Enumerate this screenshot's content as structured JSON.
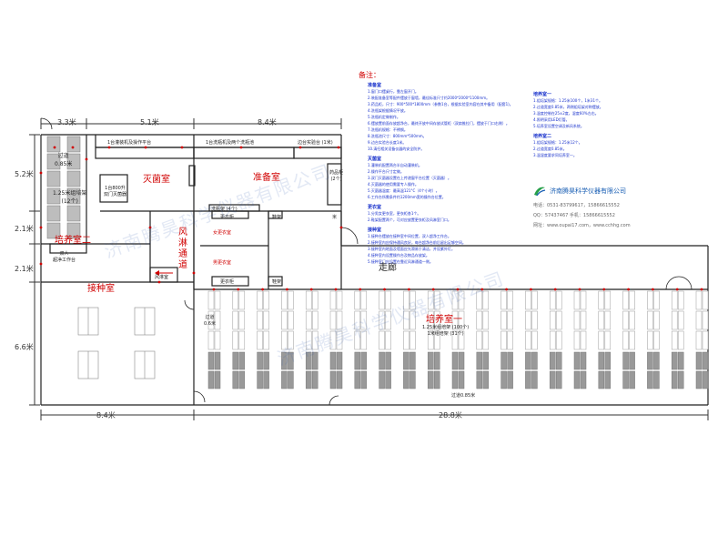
{
  "dimensions": {
    "top": [
      "3.3米",
      "5.1米",
      "8.4米"
    ],
    "left": [
      "5.2米",
      "2.1米",
      "2.1米",
      "6.6米"
    ],
    "bottom": [
      "8.4米",
      "28.8米"
    ]
  },
  "rooms": {
    "sterile_room": "灭菌室",
    "prep_room": "准备室",
    "air_shower": "风淋通道",
    "inoculation_room": "接种室",
    "corridor": "走廊",
    "culture_room_1": "培养室一",
    "culture_room_2": "培养室二",
    "female_changing": "女更衣室",
    "male_changing": "男更衣室"
  },
  "labels": {
    "passage_085": "过道\n0.85米",
    "rack_12": "1.25米组培架\n(12个)",
    "platform": "1台灌装机及操作平台",
    "autoclave": "1台800升\n双门灭菌器",
    "washer": "1台洗瓶机及两个洗瓶池",
    "bench": "边台实验台 (1米)",
    "cabinet": "药品柜\n(2个)",
    "bottle_rack_4": "洗瓶架 (4个)",
    "shoe_rack": "鞋架",
    "changing_cabinet": "更衣柜",
    "air_shower_box": "风淋室",
    "double_bench": "双人\n超净工作台",
    "passage_06": "过道\n0.6米",
    "rack_100": "1.25米组培架 (100个)\n1米组培架 (31个)",
    "passage_bottom": "过道0.85米",
    "corridor_mark": "米"
  },
  "notes": {
    "title": "备注：",
    "sections": [
      {
        "heading": "准备室",
        "lines": [
          "1.窗门口摆桌行，靠左窗开门。",
          "2.装配准备室等配件摆放于窗墙，最佳标准尺寸约2000*2000*1100mm。",
          "3.药品柜，尺寸：900*500*1800mm（参数1台，根据实验室内容在其中备用（配套1)。",
          "4.洗瓶架根据情况平放。",
          "5.洗瓶机定做制作。",
          "6.摆放置前面存放超净台，最终开放中间存放试管柜（双扇推拉门，摆放于门口右侧）。",
          "7.洗瓶机规格：不锈钢。",
          "8.洗瓶池尺寸：800mm*500mm。",
          "9.边台实验台长度1米。",
          "10.清扫相关设备仪器的安全防护。"
        ]
      },
      {
        "heading": "灭菌室",
        "lines": [
          "1.灌装机配置两台半自动灌装机。",
          "2.操作平台尺寸定做。",
          "3.双门灭菌器设置在上传递窗平台位置（灭菌器）。",
          "4.灭菌器的使用需要专人操作。",
          "5.灭菌器温度：最高温121°C（4个小时）。",
          "6.工作台所需条件约1200mm宽的操作台位置。"
        ]
      },
      {
        "heading": "更衣室",
        "lines": [
          "1.分男女更衣室，更衣柜各1个。",
          "2.鞋架配置两个，可对应放置更衣柜及风淋室门口。"
        ]
      },
      {
        "heading": "接种室",
        "lines": [
          "1.接种台摆放在接种室中间位置，双人超净工作台。",
          "2.接种室内应保持通风良好，每台超净台前后留出足够空间。",
          "3.接种室内地面及墙面应光滑易于清洁，并设紫外灯。",
          "4.接种室内设置操作台及物品存放架。",
          "5.接种室门应设置在靠近风淋通道一侧。"
        ]
      },
      {
        "heading": "培养室一",
        "lines": [
          "1.组培架规格：1.25米100个，1米31个。",
          "2.过道宽度0.85米，两侧组培架对称摆放。",
          "3.温度控制在25±2度，湿度60%左右。",
          "4.照明采用LED灯管。",
          "5.培养室设置空调及新风系统。"
        ]
      },
      {
        "heading": "培养室二",
        "lines": [
          "1.组培架规格：1.25米12个。",
          "2.过道宽度0.85米。",
          "3.温湿度要求同培养室一。"
        ]
      }
    ]
  },
  "company": {
    "name": "济南腾昊科学仪器有限公司",
    "phone": "电话：0531-83799617，15866615552",
    "qq": "QQ：57437467    手机：15866615552",
    "web": "网址：www.oupai17.com，www.cchhg.com"
  },
  "watermark": "济南腾昊科学仪器有限公司"
}
